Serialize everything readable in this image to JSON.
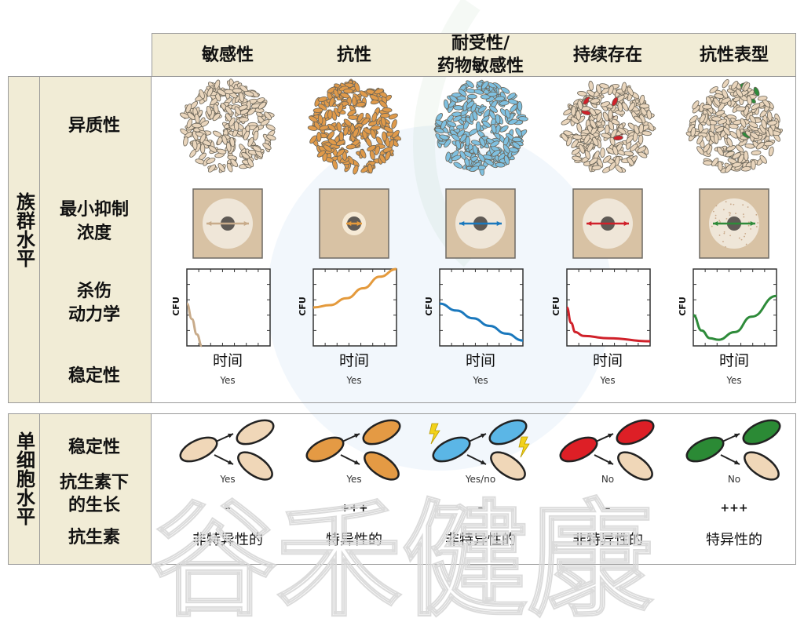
{
  "watermark": "谷禾健康",
  "sections": {
    "population": "族群水平",
    "single_cell": "单细胞水平"
  },
  "row_labels": {
    "heterogeneity": "异质性",
    "mic_line1": "最小抑制",
    "mic_line2": "浓度",
    "killing_line1": "杀伤",
    "killing_line2": "动力学",
    "pop_stability": "稳定性",
    "sc_stability": "稳定性",
    "growth_line1": "抗生素下",
    "growth_line2": "的生长",
    "antibiotic": "抗生素"
  },
  "axis": {
    "y_label": "CFU",
    "x_label": "时间"
  },
  "columns": [
    {
      "header_line1": "敏感性",
      "header_line2": "",
      "color": "#e9d5bc",
      "mic_zone": "large",
      "arrow": "#c8ab8a",
      "kill_curve": [
        [
          0,
          5.5
        ],
        [
          0.6,
          3.5
        ],
        [
          1.2,
          1.5
        ],
        [
          1.8,
          0
        ]
      ],
      "pop_stability": "Yes",
      "sc_stability": "Yes",
      "growth": "–",
      "antibiotic": "非特异性的",
      "cell_mother": "#f0d7b8",
      "cell_top": "#f0d7b8",
      "cell_bottom": "#f0d7b8",
      "bolts": false
    },
    {
      "header_line1": "抗性",
      "header_line2": "",
      "color": "#e09a4a",
      "mic_zone": "small",
      "arrow": "#e49a3c",
      "kill_curve": [
        [
          0,
          5
        ],
        [
          2,
          5.3
        ],
        [
          4,
          6.2
        ],
        [
          6,
          7.5
        ],
        [
          8,
          9
        ],
        [
          10,
          10
        ]
      ],
      "pop_stability": "Yes",
      "sc_stability": "Yes",
      "growth": "+++",
      "antibiotic": "特异性的",
      "cell_mother": "#e49a44",
      "cell_top": "#e49a44",
      "cell_bottom": "#e49a44",
      "bolts": false
    },
    {
      "header_line1": "耐受性/",
      "header_line2": "药物敏感性",
      "color": "#7fc0e0",
      "mic_zone": "large",
      "arrow": "#1a78bd",
      "kill_curve": [
        [
          0,
          5.5
        ],
        [
          2,
          4.6
        ],
        [
          4,
          3.6
        ],
        [
          6,
          2.6
        ],
        [
          8,
          1.6
        ],
        [
          10,
          0.7
        ]
      ],
      "pop_stability": "Yes",
      "sc_stability": "Yes/no",
      "growth": "–",
      "antibiotic": "非特异性的",
      "cell_mother": "#5bb6e6",
      "cell_top": "#5bb6e6",
      "cell_bottom": "#f0d7b8",
      "bolts": true
    },
    {
      "header_line1": "持续存在",
      "header_line2": "",
      "color": "#e9d5bc",
      "accent": "#d0212a",
      "mic_zone": "large",
      "arrow": "#d0212a",
      "kill_curve": [
        [
          0,
          5
        ],
        [
          0.5,
          3
        ],
        [
          1,
          1.8
        ],
        [
          2,
          1.3
        ],
        [
          5,
          1.0
        ],
        [
          10,
          0.6
        ]
      ],
      "pop_stability": "Yes",
      "sc_stability": "No",
      "growth": "–",
      "antibiotic": "非特异性的",
      "cell_mother": "#dd1f26",
      "cell_top": "#dd1f26",
      "cell_bottom": "#f0d7b8",
      "bolts": false
    },
    {
      "header_line1": "抗性表型",
      "header_line2": "",
      "color": "#e9d5bc",
      "accent": "#2e8b3a",
      "mic_zone": "large-speckled",
      "arrow": "#2e8b3a",
      "kill_curve": [
        [
          0,
          4
        ],
        [
          1,
          2
        ],
        [
          2,
          1
        ],
        [
          3,
          0.8
        ],
        [
          5,
          1.8
        ],
        [
          7,
          3.8
        ],
        [
          10,
          6.5
        ]
      ],
      "pop_stability": "Yes",
      "sc_stability": "No",
      "growth": "+++",
      "antibiotic": "特异性的",
      "cell_mother": "#2b8a35",
      "cell_top": "#2b8a35",
      "cell_bottom": "#f0d7b8",
      "bolts": false
    }
  ]
}
